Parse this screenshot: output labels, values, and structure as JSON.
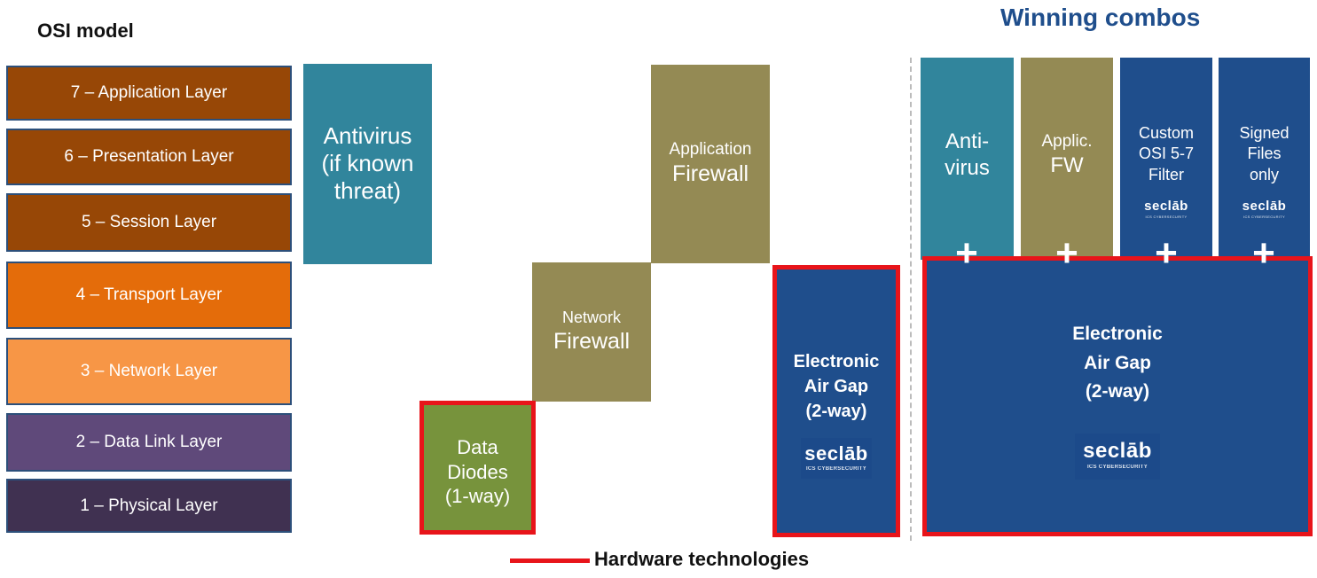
{
  "osi": {
    "title": "OSI model",
    "layers": [
      {
        "label": "7 – Application Layer",
        "color": "#974706"
      },
      {
        "label": "6 – Presentation Layer",
        "color": "#974706"
      },
      {
        "label": "5 – Session Layer",
        "color": "#974706"
      },
      {
        "label": "4 – Transport Layer",
        "color": "#e46c0a"
      },
      {
        "label": "3 – Network Layer",
        "color": "#f79646"
      },
      {
        "label": "2 – Data Link Layer",
        "color": "#5f497a"
      },
      {
        "label": "1 – Physical Layer",
        "color": "#403151"
      }
    ]
  },
  "technologies": {
    "antivirus": {
      "line1": "Antivirus",
      "line2": "(if known",
      "line3": "threat)",
      "color": "#31859c"
    },
    "app_firewall": {
      "line1": "Application",
      "line2": "Firewall",
      "color": "#948a54"
    },
    "network_firewall": {
      "line1": "Network",
      "line2": "Firewall",
      "color": "#948a54"
    },
    "data_diodes": {
      "line1": "Data",
      "line2": "Diodes",
      "line3": "(1-way)",
      "color": "#77933c"
    },
    "air_gap": {
      "line1": "Electronic",
      "line2": "Air Gap",
      "line3": "(2-way)",
      "color": "#1f4e8c"
    }
  },
  "combos": {
    "title": "Winning combos",
    "title_color": "#1f4e8c",
    "items": [
      {
        "line1": "Anti-",
        "line2": "virus",
        "color": "#31859c"
      },
      {
        "line1": "Applic.",
        "line2": "FW",
        "color": "#948a54"
      },
      {
        "line1": "Custom",
        "line2": "OSI 5-7",
        "line3": "Filter",
        "color": "#1f4e8c"
      },
      {
        "line1": "Signed",
        "line2": "Files",
        "line3": "only",
        "color": "#1f4e8c"
      }
    ],
    "plus": "+",
    "big": {
      "line1": "Electronic",
      "line2": "Air Gap",
      "line3": "(2-way)",
      "color": "#1f4e8c"
    }
  },
  "logo": {
    "word": "seclāb",
    "tag": "ICS CYBERSECURITY"
  },
  "legend": {
    "label": "Hardware technologies",
    "color": "#e8141a"
  }
}
